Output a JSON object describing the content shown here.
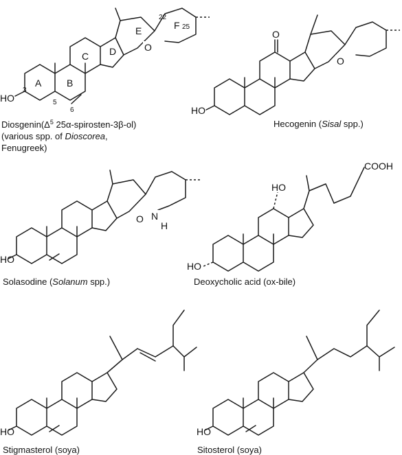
{
  "diosgenin": {
    "name": "Diosgenin",
    "caption_1_pre": "(",
    "caption_1_delta": "Δ",
    "caption_1_sup": "5",
    "caption_1_post": " 25α-spirosten-3β-ol)",
    "caption_2_pre": "(various spp. of ",
    "caption_2_italic": "Dioscorea",
    "caption_2_post": ",",
    "caption_3": "Fenugreek)",
    "ring_labels": [
      "A",
      "B",
      "C",
      "D",
      "E",
      "F"
    ],
    "numbers": [
      "3",
      "5",
      "6",
      "22",
      "25"
    ],
    "atoms": {
      "ho": "HO",
      "o_ring": "O"
    }
  },
  "hecogenin": {
    "name": "Hecogenin",
    "caption_pre": " (",
    "caption_italic": "Sisal",
    "caption_post": " spp.)",
    "atoms": {
      "ho": "HO",
      "o_ring": "O",
      "o_keto": "O"
    }
  },
  "solasodine": {
    "name": "Solasodine",
    "caption_pre": " (",
    "caption_italic": "Solanum",
    "caption_post": " spp.)",
    "atoms": {
      "ho": "HO",
      "o_ring": "O",
      "n": "N",
      "h": "H"
    }
  },
  "deoxycholic_acid": {
    "caption": "Deoxycholic acid (ox-bile)",
    "atoms": {
      "ho_top": "HO",
      "ho_bottom": "HO",
      "cooh": "COOH"
    }
  },
  "stigmasterol": {
    "caption": "Stigmasterol (soya)",
    "atoms": {
      "ho": "HO"
    }
  },
  "sitosterol": {
    "caption": "Sitosterol (soya)",
    "atoms": {
      "ho": "HO"
    }
  }
}
